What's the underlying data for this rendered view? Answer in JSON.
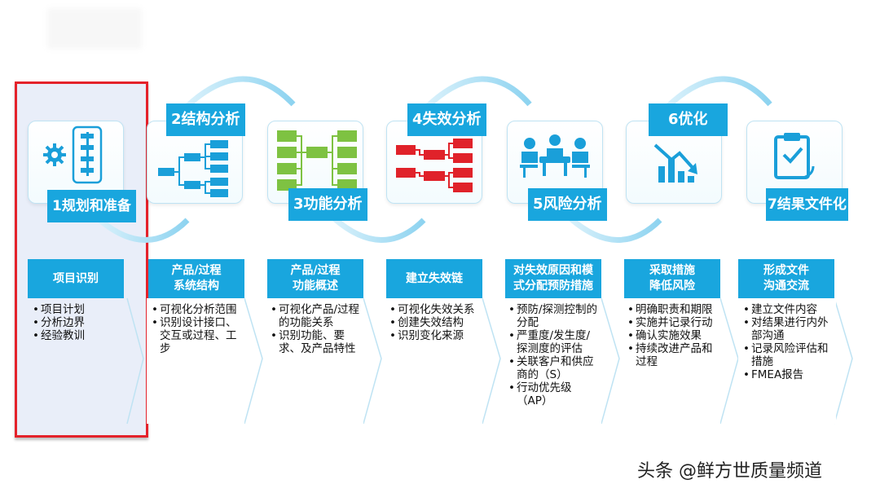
{
  "steps": [
    {
      "label": "1规划和准备",
      "icon": "gear-flow-icon"
    },
    {
      "label": "2结构分析",
      "icon": "tree-structure-icon"
    },
    {
      "label": "3功能分析",
      "icon": "function-structure-icon"
    },
    {
      "label": "4失效分析",
      "icon": "failure-chain-icon"
    },
    {
      "label": "5风险分析",
      "icon": "meeting-team-icon"
    },
    {
      "label": "6优化",
      "icon": "declining-chart-icon"
    },
    {
      "label": "7结果文件化",
      "icon": "clipboard-check-icon"
    }
  ],
  "columns": [
    {
      "head": "项目识别",
      "items": [
        "项目计划",
        "分析边界",
        "经验教训"
      ]
    },
    {
      "head": "产品/过程\n系统结构",
      "items": [
        "可视化分析范围",
        "识别设计接口、交互或过程、工步"
      ]
    },
    {
      "head": "产品/过程\n功能概述",
      "items": [
        "可视化产品/过程的功能关系",
        "识别功能、要求、及产品特性"
      ]
    },
    {
      "head": "建立失效链",
      "items": [
        "可视化失效关系",
        "创建失效结构",
        "识别变化来源"
      ]
    },
    {
      "head": "对失效原因和模\n式分配预防措施",
      "items": [
        "预防/探测控制的分配",
        "严重度/发生度/探测度的评估",
        "关联客户和供应商的（S）",
        "行动优先级（AP）"
      ]
    },
    {
      "head": "采取措施\n降低风险",
      "items": [
        "明确职责和期限",
        "实施并记录行动",
        "确认实施效果",
        "持续改进产品和过程"
      ]
    },
    {
      "head": "形成文件\n沟通交流",
      "items": [
        "建立文件内容",
        "对结果进行内外部沟通",
        "记录风险评估和措施",
        "FMEA报告"
      ]
    }
  ],
  "watermark": "头条 @鲜方世质量频道",
  "colors": {
    "accent": "#19a6de",
    "highlight": "#e4222b",
    "green": "#7ec242",
    "red": "#e0222a",
    "blue": "#1a9fd9"
  }
}
